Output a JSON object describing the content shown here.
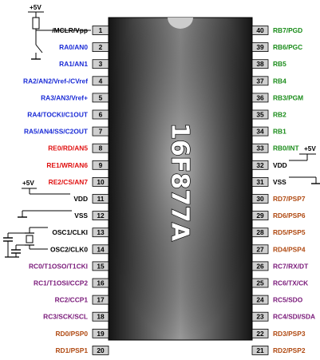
{
  "chip": {
    "name": "16F877A",
    "colors": {
      "body_edge": "#1a1a1a",
      "body_center": "#aaaaaa",
      "notch": "#cccccc",
      "pin_box": "#cfcfcf"
    }
  },
  "supply": {
    "plus5": "+5V"
  },
  "colors": {
    "blue": "#1a2bd6",
    "red": "#e01010",
    "green": "#1a8c1a",
    "purple": "#7a1a7a",
    "brown": "#b04a12",
    "black": "#000000"
  },
  "left_pins": [
    {
      "num": "1",
      "label": "/MCLR/Vpp",
      "color": "black"
    },
    {
      "num": "2",
      "label": "RA0/AN0",
      "color": "blue"
    },
    {
      "num": "3",
      "label": "RA1/AN1",
      "color": "blue"
    },
    {
      "num": "4",
      "label": "RA2/AN2/Vref-/CVref",
      "color": "blue"
    },
    {
      "num": "5",
      "label": "RA3/AN3/Vref+",
      "color": "blue"
    },
    {
      "num": "6",
      "label": "RA4/TOCKI/C1OUT",
      "color": "blue"
    },
    {
      "num": "7",
      "label": "RA5/AN4/SS/C2OUT",
      "color": "blue"
    },
    {
      "num": "8",
      "label": "RE0/RD/AN5",
      "color": "red"
    },
    {
      "num": "9",
      "label": "RE1/WR/AN6",
      "color": "red"
    },
    {
      "num": "10",
      "label": "RE2/CS/AN7",
      "color": "red"
    },
    {
      "num": "11",
      "label": "VDD",
      "color": "black"
    },
    {
      "num": "12",
      "label": "VSS",
      "color": "black"
    },
    {
      "num": "13",
      "label": "OSC1/CLKI",
      "color": "black"
    },
    {
      "num": "14",
      "label": "OSC2/CLK0",
      "color": "black"
    },
    {
      "num": "15",
      "label": "RC0/T1OSO/T1CKI",
      "color": "purple"
    },
    {
      "num": "16",
      "label": "RC1/T1OSI/CCP2",
      "color": "purple"
    },
    {
      "num": "17",
      "label": "RC2/CCP1",
      "color": "purple"
    },
    {
      "num": "18",
      "label": "RC3/SCK/SCL",
      "color": "purple"
    },
    {
      "num": "19",
      "label": "RD0/PSP0",
      "color": "brown"
    },
    {
      "num": "20",
      "label": "RD1/PSP1",
      "color": "brown"
    }
  ],
  "right_pins": [
    {
      "num": "40",
      "label": "RB7/PGD",
      "color": "green"
    },
    {
      "num": "39",
      "label": "RB6/PGC",
      "color": "green"
    },
    {
      "num": "38",
      "label": "RB5",
      "color": "green"
    },
    {
      "num": "37",
      "label": "RB4",
      "color": "green"
    },
    {
      "num": "36",
      "label": "RB3/PGM",
      "color": "green"
    },
    {
      "num": "35",
      "label": "RB2",
      "color": "green"
    },
    {
      "num": "34",
      "label": "RB1",
      "color": "green"
    },
    {
      "num": "33",
      "label": "RB0/INT",
      "color": "green"
    },
    {
      "num": "32",
      "label": "VDD",
      "color": "black"
    },
    {
      "num": "31",
      "label": "VSS",
      "color": "black"
    },
    {
      "num": "30",
      "label": "RD7/PSP7",
      "color": "brown"
    },
    {
      "num": "29",
      "label": "RD6/PSP6",
      "color": "brown"
    },
    {
      "num": "28",
      "label": "RD5/PSP5",
      "color": "brown"
    },
    {
      "num": "27",
      "label": "RD4/PSP4",
      "color": "brown"
    },
    {
      "num": "26",
      "label": "RC7/RX/DT",
      "color": "purple"
    },
    {
      "num": "25",
      "label": "RC6/TX/CK",
      "color": "purple"
    },
    {
      "num": "24",
      "label": "RC5/SDO",
      "color": "purple"
    },
    {
      "num": "23",
      "label": "RC4/SDI/SDA",
      "color": "purple"
    },
    {
      "num": "22",
      "label": "RD3/PSP3",
      "color": "brown"
    },
    {
      "num": "21",
      "label": "RD2/PSP2",
      "color": "brown"
    }
  ]
}
